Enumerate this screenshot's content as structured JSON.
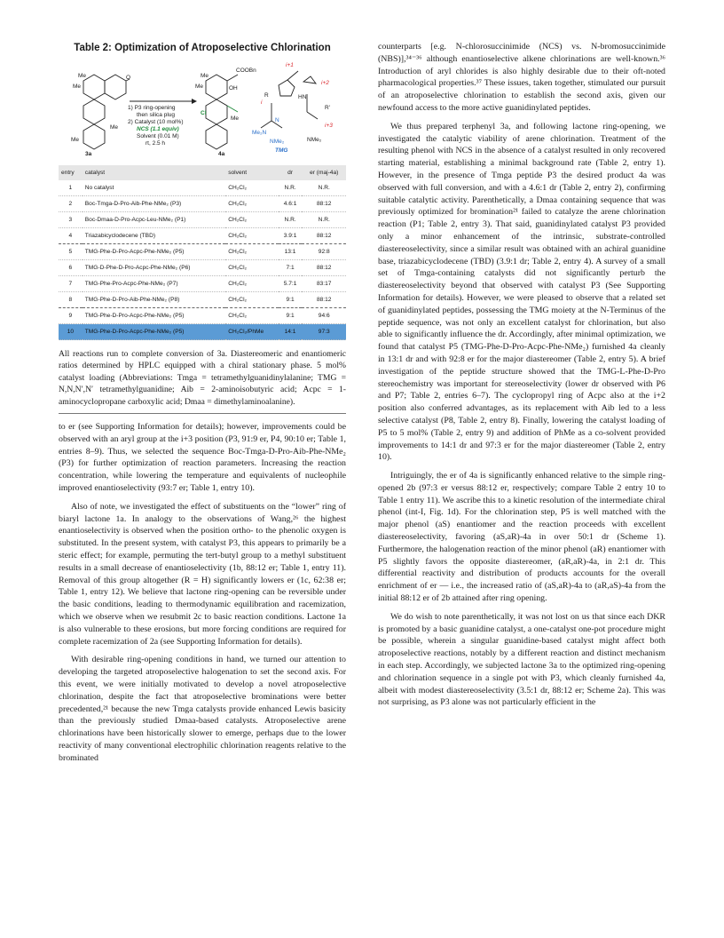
{
  "table": {
    "title": "Table 2: Optimization of Atroposelective Chlorination",
    "scheme": {
      "step1": "1) P3 ring-opening",
      "step1b": "then silica plug",
      "step2": "2) Catalyst (10 mol%)",
      "reagent": "NCS (1.1 equiv)",
      "solvent": "Solvent (0.01 M)",
      "temp": "rt, 2.5 h",
      "sm_label": "3a",
      "prod_label": "4a",
      "tmg_label": "TMG",
      "labels": [
        "Me",
        "Me",
        "Me",
        "Me",
        "Me",
        "Me",
        "Me",
        "COOBn",
        "OH",
        "Cl",
        "O",
        "i+1",
        "i+2",
        "i+3",
        "i",
        "HN",
        "R",
        "R'",
        "Me₂N",
        "NMe₂",
        "NMe₂",
        "N",
        "O"
      ]
    },
    "headers": [
      "entry",
      "catalyst",
      "solvent",
      "dr",
      "er (maj-4a)"
    ],
    "rows": [
      {
        "entry": "1",
        "catalyst": "No catalyst",
        "solvent": "CH₂Cl₂",
        "dr": "N.R.",
        "er": "N.R."
      },
      {
        "entry": "2",
        "catalyst": "Boc-Tmga-D-Pro-Aib-Phe-NMe₂ (P3)",
        "solvent": "CH₂Cl₂",
        "dr": "4.6:1",
        "er": "88:12"
      },
      {
        "entry": "3",
        "catalyst": "Boc-Dmaa-D-Pro-Acpc-Leu-NMe₂ (P1)",
        "solvent": "CH₂Cl₂",
        "dr": "N.R.",
        "er": "N.R."
      },
      {
        "entry": "4",
        "catalyst": "Triazabicyclodecene (TBD)",
        "solvent": "CH₂Cl₂",
        "dr": "3.9:1",
        "er": "88:12"
      },
      {
        "entry": "5",
        "catalyst": "TMG-Phe-D-Pro-Acpc-Phe-NMe₂ (P5)",
        "solvent": "CH₂Cl₂",
        "dr": "13:1",
        "er": "92:8"
      },
      {
        "entry": "6",
        "catalyst": "TMG-D-Phe-D-Pro-Acpc-Phe-NMe₂ (P6)",
        "solvent": "CH₂Cl₂",
        "dr": "7:1",
        "er": "88:12"
      },
      {
        "entry": "7",
        "catalyst": "TMG-Phe-Pro-Acpc-Phe-NMe₂ (P7)",
        "solvent": "CH₂Cl₂",
        "dr": "5.7:1",
        "er": "83:17"
      },
      {
        "entry": "8",
        "catalyst": "TMG-Phe-D-Pro-Aib-Phe-NMe₂ (P8)",
        "solvent": "CH₂Cl₂",
        "dr": "9:1",
        "er": "88:12"
      },
      {
        "entry": "9",
        "catalyst": "TMG-Phe-D-Pro-Acpc-Phe-NMe₂ (P5)",
        "solvent": "CH₂Cl₂",
        "dr": "9:1",
        "er": "94:6"
      },
      {
        "entry": "10",
        "catalyst": "TMG-Phe-D-Pro-Acpc-Phe-NMe₂ (P5)",
        "solvent": "CH₂Cl₂/PhMe",
        "dr": "14:1",
        "er": "97:3"
      }
    ],
    "footnote": "All reactions run to complete conversion of 3a. Diastereomeric and enantiomeric ratios determined by HPLC equipped with a chiral stationary phase. 5 mol% catalyst loading (Abbreviations: Tmga = tetramethylguanidinylalanine; TMG = N,N,N′,N′ tetramethylguanidine; Aib = 2-aminoisobutyric acid; Acpc = 1-aminocyclopropane carboxylic acid; Dmaa = dimethylaminoalanine)."
  },
  "left_paragraphs": [
    "to er (see Supporting Information for details); however, improvements could be observed with an aryl group at the i+3 position (P3, 91:9 er, P4, 90:10 er; Table 1, entries 8–9). Thus, we selected the sequence Boc-Tmga-D-Pro-Aib-Phe-NMe₂ (P3) for further optimization of reaction parameters. Increasing the reaction concentration, while lowering the temperature and equivalents of nucleophile improved enantioselectivity (93:7 er; Table 1, entry 10).",
    "Also of note, we investigated the effect of substituents on the “lower” ring of biaryl lactone 1a. In analogy to the observations of Wang,²⁶ the highest enantioselectivity is observed when the position ortho- to the phenolic oxygen is substituted. In the present system, with catalyst P3, this appears to primarily be a steric effect; for example, permuting the tert-butyl group to a methyl substituent results in a small decrease of enantioselectivity (1b, 88:12 er; Table 1, entry 11). Removal of this group altogether (R = H) significantly lowers er (1c, 62:38 er; Table 1, entry 12). We believe that lactone ring-opening can be reversible under the basic conditions, leading to thermodynamic equilibration and racemization, which we observe when we resubmit 2c to basic reaction conditions. Lactone 1a is also vulnerable to these erosions, but more forcing conditions are required for complete racemization of 2a (see Supporting Information for details).",
    "With desirable ring-opening conditions in hand, we turned our attention to developing the targeted atroposelective halogenation to set the second axis. For this event, we were initially motivated to develop a novel atroposelective chlorination, despite the fact that atroposelective brominations were better precedented,²¹ because the new Tmga catalysts provide enhanced Lewis basicity than the previously studied Dmaa-based catalysts. Atroposelective arene chlorinations have been historically slower to emerge, perhaps due to the lower reactivity of many conventional electrophilic chlorination reagents relative to the brominated"
  ],
  "right_paragraphs": [
    "counterparts [e.g. N-chlorosuccinimide (NCS) vs. N-bromosuccinimide (NBS)],³⁴⁻³⁶ although enantioselective alkene chlorinations are well-known.³⁶ Introduction of aryl chlorides is also highly desirable due to their oft-noted pharmacological properties.³⁷ These issues, taken together, stimulated our pursuit of an atroposelective chlorination to establish the second axis, given our newfound access to the more active guanidinylated peptides.",
    "We thus prepared terphenyl 3a, and following lactone ring-opening, we investigated the catalytic viability of arene chlorination. Treatment of the resulting phenol with NCS in the absence of a catalyst resulted in only recovered starting material, establishing a minimal background rate (Table 2, entry 1). However, in the presence of Tmga peptide P3 the desired product 4a was observed with full conversion, and with a 4.6:1 dr (Table 2, entry 2), confirming suitable catalytic activity. Parenthetically, a Dmaa containing sequence that was previously optimized for bromination²¹ failed to catalyze the arene chlorination reaction (P1; Table 2, entry 3). That said, guanidinylated catalyst P3 provided only a minor enhancement of the intrinsic, substrate-controlled diastereoselectivity, since a similar result was obtained with an achiral guanidine base, triazabicyclodecene (TBD) (3.9:1 dr; Table 2, entry 4). A survey of a small set of Tmga-containing catalysts did not significantly perturb the diastereoselectivity beyond that observed with catalyst P3 (See Supporting Information for details). However, we were pleased to observe that a related set of guanidinylated peptides, possessing the TMG moiety at the N-Terminus of the peptide sequence, was not only an excellent catalyst for chlorination, but also able to significantly influence the dr. Accordingly, after minimal optimization, we found that catalyst P5 (TMG-Phe-D-Pro-Acpc-Phe-NMe₂) furnished 4a cleanly in 13:1 dr and with 92:8 er for the major diastereomer (Table 2, entry 5). A brief investigation of the peptide structure showed that the TMG-L-Phe-D-Pro stereochemistry was important for stereoselectivity (lower dr observed with P6 and P7; Table 2, entries 6–7). The cyclopropyl ring of Acpc also at the i+2 position also conferred advantages, as its replacement with Aib led to a less selective catalyst (P8, Table 2, entry 8). Finally, lowering the catalyst loading of P5 to 5 mol% (Table 2, entry 9) and addition of PhMe as a co-solvent provided improvements to 14:1 dr and 97:3 er for the major diastereomer (Table 2, entry 10).",
    "Intriguingly, the er of 4a is significantly enhanced relative to the simple ring-opened 2b (97:3 er versus 88:12 er, respectively; compare Table 2 entry 10 to Table 1 entry 11). We ascribe this to a kinetic resolution of the intermediate chiral phenol (int-I, Fig. 1d). For the chlorination step, P5 is well matched with the major phenol (aS) enantiomer and the reaction proceeds with excellent diastereoselectivity, favoring (aS,aR)-4a in over 50:1 dr (Scheme 1). Furthermore, the halogenation reaction of the minor phenol (aR) enantiomer with P5 slightly favors the opposite diastereomer, (aR,aR)-4a, in 2:1 dr. This differential reactivity and distribution of products accounts for the overall enrichment of er — i.e., the increased ratio of (aS,aR)-4a to (aR,aS)-4a from the initial 88:12 er of 2b attained after ring opening.",
    "We do wish to note parenthetically, it was not lost on us that since each DKR is promoted by a basic guanidine catalyst, a one-catalyst one-pot procedure might be possible, wherein a singular guanidine-based catalyst might affect both atroposelective reactions, notably by a different reaction and distinct mechanism in each step. Accordingly, we subjected lactone 3a to the optimized ring-opening and chlorination sequence in a single pot with P3, which cleanly furnished 4a, albeit with modest diastereoselectivity (3.5:1 dr, 88:12 er; Scheme 2a). This was not surprising, as P3 alone was not particularly efficient in the"
  ]
}
